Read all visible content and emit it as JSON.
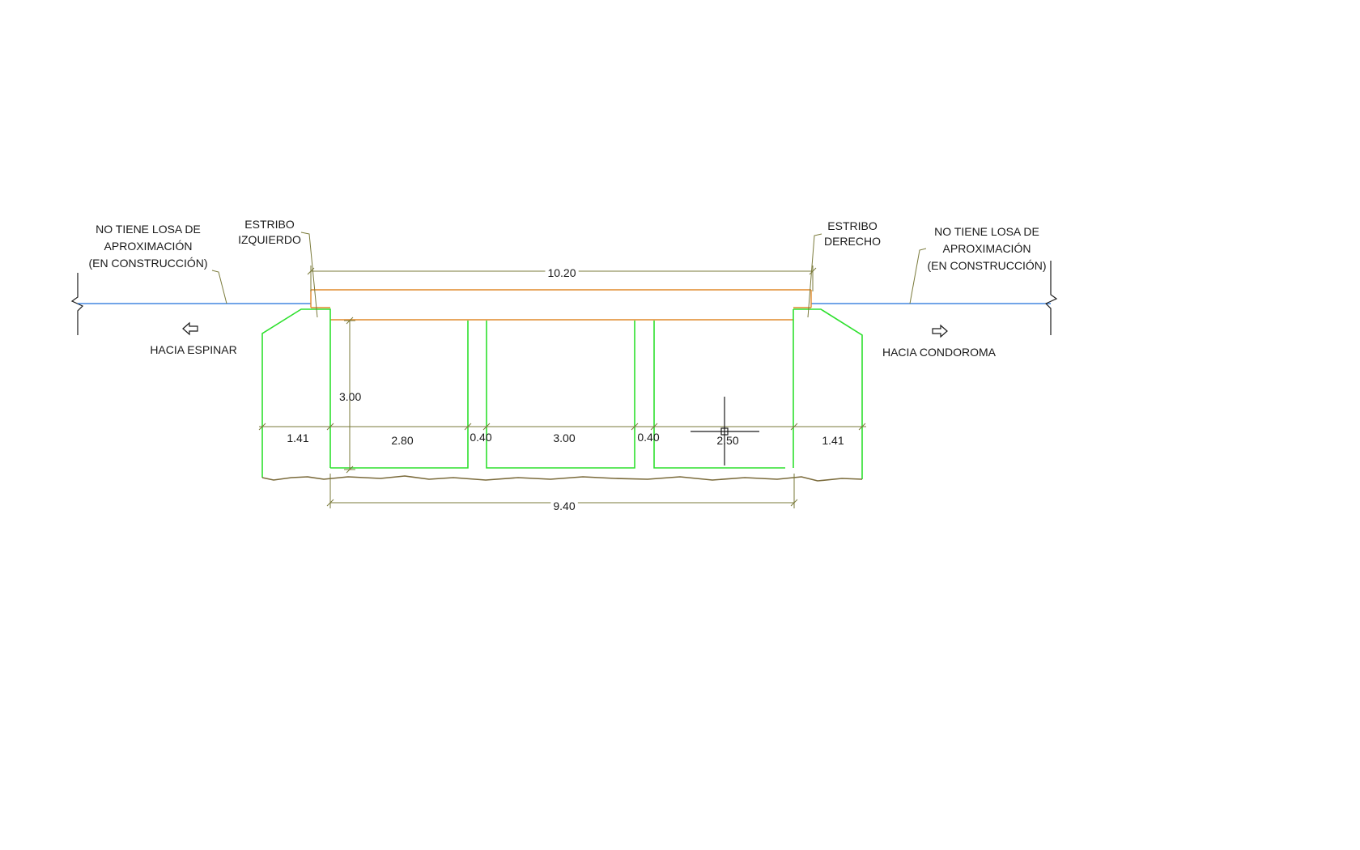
{
  "labels": {
    "left_note": [
      "NO TIENE LOSA DE",
      "APROXIMACIÓN",
      "(EN CONSTRUCCIÓN)"
    ],
    "right_note": [
      "NO TIENE LOSA DE",
      "APROXIMACIÓN",
      "(EN CONSTRUCCIÓN)"
    ],
    "left_abutment": [
      "ESTRIBO",
      "IZQUIERDO"
    ],
    "right_abutment": [
      "ESTRIBO",
      "DERECHO"
    ],
    "left_direction": "HACIA ESPINAR",
    "right_direction": "HACIA CONDOROMA"
  },
  "dimensions": {
    "total_deck": "10.20",
    "total_base": "9.40",
    "height": "3.00",
    "segments": [
      "1.41",
      "2.80",
      "0.40",
      "3.00",
      "0.40",
      "2.50",
      "1.41"
    ]
  },
  "colors": {
    "structure": "#2ee02e",
    "deck": "#e08a2c",
    "road": "#1e6fd9",
    "dimension": "#7a7a3a"
  }
}
